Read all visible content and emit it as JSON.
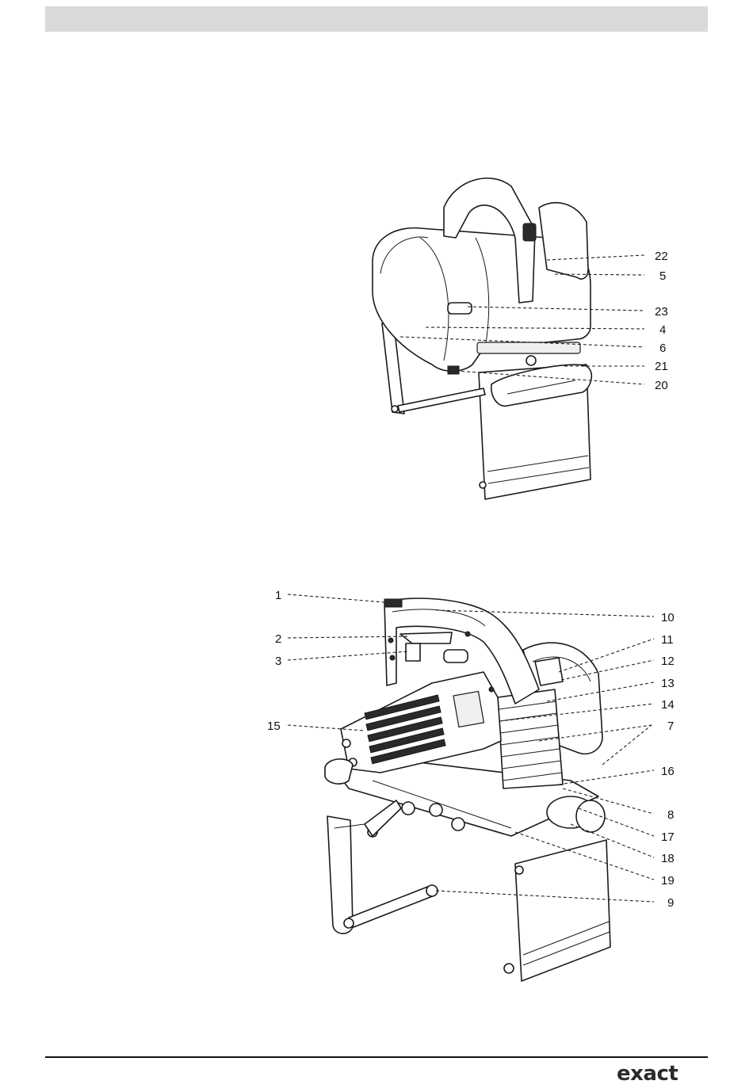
{
  "brand": {
    "logo_text": "exact"
  },
  "diagram_top": {
    "callouts": [
      "22",
      "5",
      "23",
      "4",
      "6",
      "21",
      "20"
    ]
  },
  "diagram_bottom": {
    "callouts_left": [
      "1",
      "2",
      "3",
      "15"
    ],
    "callouts_right": [
      "10",
      "11",
      "12",
      "13",
      "14",
      "7",
      "16",
      "8",
      "17",
      "18",
      "19",
      "9"
    ]
  }
}
